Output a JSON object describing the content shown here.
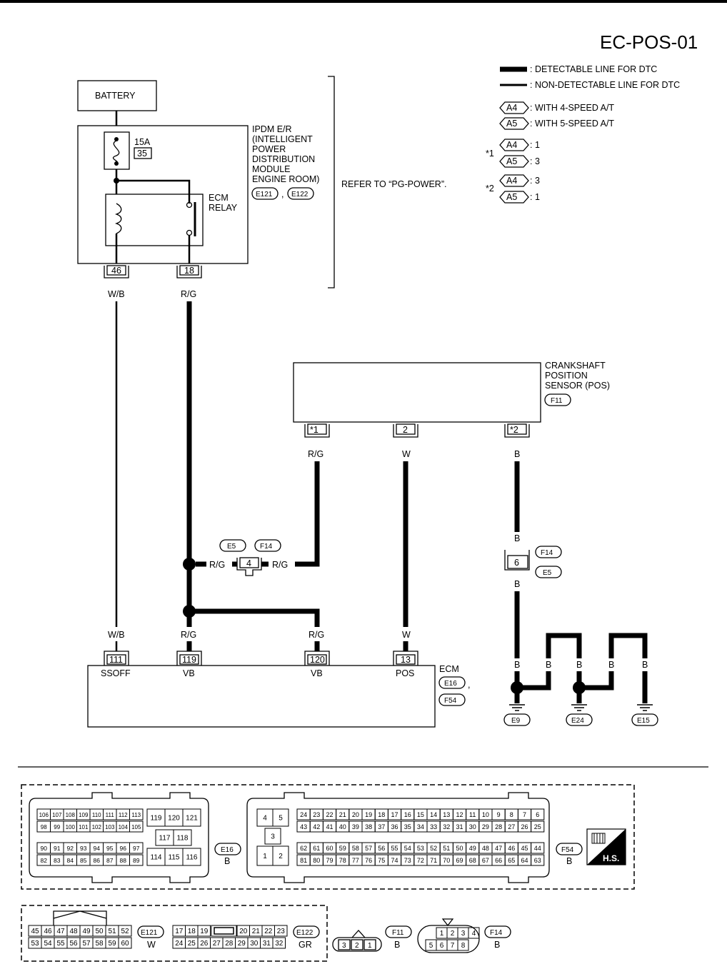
{
  "title": "EC-POS-01",
  "legend": {
    "detectable": ": DETECTABLE LINE FOR DTC",
    "non_detectable": ": NON-DETECTABLE LINE FOR DTC",
    "a4_tag": "A4",
    "a4_text": ": WITH 4-SPEED A/T",
    "a5_tag": "A5",
    "a5_text": ": WITH 5-SPEED A/T",
    "star1": "*1",
    "star1_a4": ": 1",
    "star1_a5": ": 3",
    "star2": "*2",
    "star2_a4": ": 3",
    "star2_a5": ": 1"
  },
  "battery": "BATTERY",
  "fuse": {
    "rating": "15A",
    "number": "35"
  },
  "ipdm": {
    "lines": [
      "IPDM E/R",
      "(INTELLIGENT",
      "POWER",
      "DISTRIBUTION",
      "MODULE",
      "ENGINE ROOM)"
    ],
    "conn1": "E121",
    "sep": ",",
    "conn2": "E122",
    "relay_line1": "ECM",
    "relay_line2": "RELAY",
    "pin_left": "46",
    "pin_right": "18"
  },
  "refer": "REFER TO “PG-POWER”.",
  "wires": {
    "wb": "W/B",
    "rg": "R/G",
    "w": "W",
    "b": "B"
  },
  "sensor": {
    "lines": [
      "CRANKSHAFT",
      "POSITION",
      "SENSOR (POS)"
    ],
    "conn": "F11",
    "pin1": "*1",
    "pin2": "2",
    "pin3": "*2"
  },
  "joint": {
    "conn1": "E5",
    "conn2": "F14",
    "pin": "4"
  },
  "joint_b": {
    "conn1": "F14",
    "conn2": "E5",
    "pin": "6"
  },
  "ecm": {
    "name": "ECM",
    "conn1": "E16",
    "sep": ",",
    "conn2": "F54",
    "pins": [
      "111",
      "119",
      "120",
      "13"
    ],
    "terms": [
      "SSOFF",
      "VB",
      "VB",
      "POS"
    ]
  },
  "grounds": [
    "E9",
    "E24",
    "E15"
  ],
  "connectors": {
    "e16": {
      "id": "E16",
      "color": "B",
      "top1": [
        "106",
        "107",
        "108",
        "109",
        "110",
        "111",
        "112",
        "113"
      ],
      "top2": [
        "98",
        "99",
        "100",
        "101",
        "102",
        "103",
        "104",
        "105"
      ],
      "top_mid": [
        "119",
        "120",
        "121"
      ],
      "mid": [
        "117",
        "118"
      ],
      "bot1": [
        "90",
        "91",
        "92",
        "93",
        "94",
        "95",
        "96",
        "97"
      ],
      "bot2": [
        "82",
        "83",
        "84",
        "85",
        "86",
        "87",
        "88",
        "89"
      ],
      "bot_mid": [
        "114",
        "115",
        "116"
      ]
    },
    "f54": {
      "id": "F54",
      "color": "B",
      "left": [
        "4",
        "5",
        "3",
        "1",
        "2"
      ],
      "r1": [
        "24",
        "23",
        "22",
        "21",
        "20",
        "19",
        "18",
        "17",
        "16",
        "15",
        "14",
        "13",
        "12",
        "11",
        "10",
        "9",
        "8",
        "7",
        "6"
      ],
      "r2": [
        "43",
        "42",
        "41",
        "40",
        "39",
        "38",
        "37",
        "36",
        "35",
        "34",
        "33",
        "32",
        "31",
        "30",
        "29",
        "28",
        "27",
        "26",
        "25"
      ],
      "r3": [
        "62",
        "61",
        "60",
        "59",
        "58",
        "57",
        "56",
        "55",
        "54",
        "53",
        "52",
        "51",
        "50",
        "49",
        "48",
        "47",
        "46",
        "45",
        "44"
      ],
      "r4": [
        "81",
        "80",
        "79",
        "78",
        "77",
        "76",
        "75",
        "74",
        "73",
        "72",
        "71",
        "70",
        "69",
        "68",
        "67",
        "66",
        "65",
        "64",
        "63"
      ]
    },
    "hs": "H.S.",
    "e121": {
      "id": "E121",
      "color": "W",
      "r1": [
        "45",
        "46",
        "47",
        "48",
        "49",
        "50",
        "51",
        "52"
      ],
      "r2": [
        "53",
        "54",
        "55",
        "56",
        "57",
        "58",
        "59",
        "60"
      ]
    },
    "e122": {
      "id": "E122",
      "color": "GR",
      "r1a": [
        "17",
        "18",
        "19"
      ],
      "r1b": [
        "20",
        "21",
        "22",
        "23"
      ],
      "r2": [
        "24",
        "25",
        "26",
        "27",
        "28",
        "29",
        "30",
        "31",
        "32"
      ]
    },
    "f11": {
      "id": "F11",
      "color": "B",
      "pins": [
        "3",
        "2",
        "1"
      ]
    },
    "f14": {
      "id": "F14",
      "color": "B",
      "r1": [
        "1",
        "2",
        "3",
        "4"
      ],
      "r2": [
        "5",
        "6",
        "7",
        "8"
      ]
    }
  }
}
